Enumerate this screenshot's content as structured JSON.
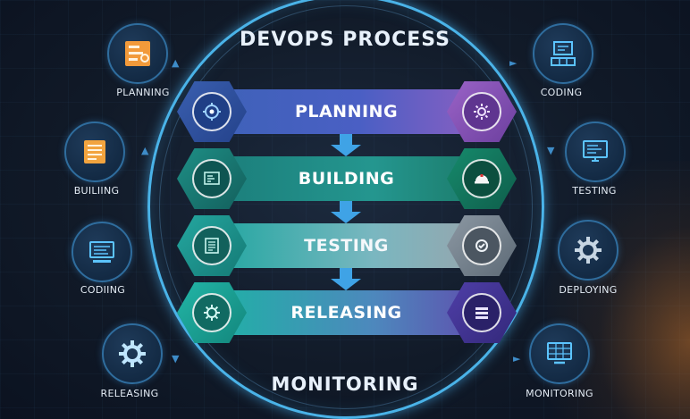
{
  "title": "DEVOPS PROCESS",
  "bottom_label": "MONITORING",
  "stages": [
    {
      "label": "PLANNING",
      "left_icon": "target-gear-icon",
      "right_icon": "settings-gear-icon"
    },
    {
      "label": "BUILDING",
      "left_icon": "blueprint-icon",
      "right_icon": "hardhat-icon"
    },
    {
      "label": "TESTING",
      "left_icon": "checklist-icon",
      "right_icon": "gear-check-icon"
    },
    {
      "label": "RELEASING",
      "left_icon": "gear-icon",
      "right_icon": "package-stack-icon"
    }
  ],
  "left_items": [
    {
      "label": "PLANNING",
      "icon": "task-board-icon"
    },
    {
      "label": "BUILIING",
      "icon": "document-list-icon"
    },
    {
      "label": "CODIING",
      "icon": "code-monitor-icon"
    },
    {
      "label": "RELEASING",
      "icon": "gear-icon"
    }
  ],
  "right_items": [
    {
      "label": "CODING",
      "icon": "code-blocks-icon"
    },
    {
      "label": "TESTING",
      "icon": "monitor-icon"
    },
    {
      "label": "DEPLOYING",
      "icon": "gear-icon"
    },
    {
      "label": "MONITORING",
      "icon": "monitor-grid-icon"
    }
  ],
  "colors": {
    "ring": "#4ab3e8",
    "arrow": "#3fa3e6",
    "band_planning": "#4a5fc4",
    "band_building": "#24968f",
    "band_testing": "#7ab7c0",
    "band_releasing": "#4d88bd"
  }
}
